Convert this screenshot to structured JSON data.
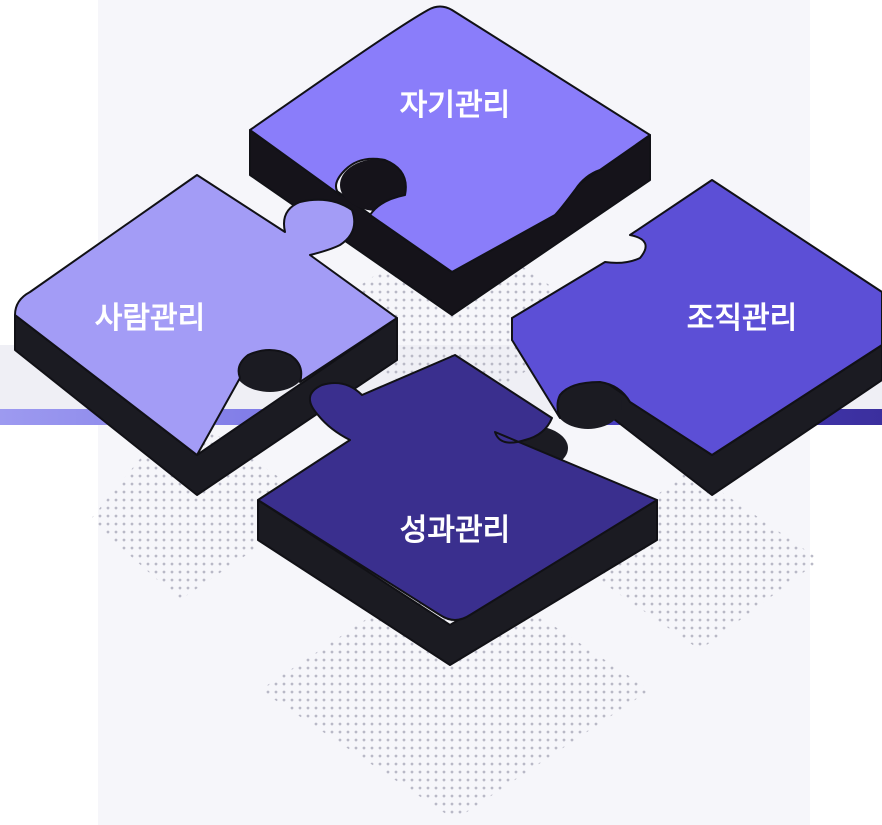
{
  "pieces": [
    {
      "id": "self",
      "label": "자기관리",
      "color": "#8a7dfa"
    },
    {
      "id": "people",
      "label": "사람관리",
      "color": "#a39cf6"
    },
    {
      "id": "org",
      "label": "조직관리",
      "color": "#5c4fd6"
    },
    {
      "id": "performance",
      "label": "성과관리",
      "color": "#3a2f8e"
    }
  ],
  "colors": {
    "side": "#1b1b22",
    "outline": "#111116",
    "dots": "#b6b6c4"
  }
}
